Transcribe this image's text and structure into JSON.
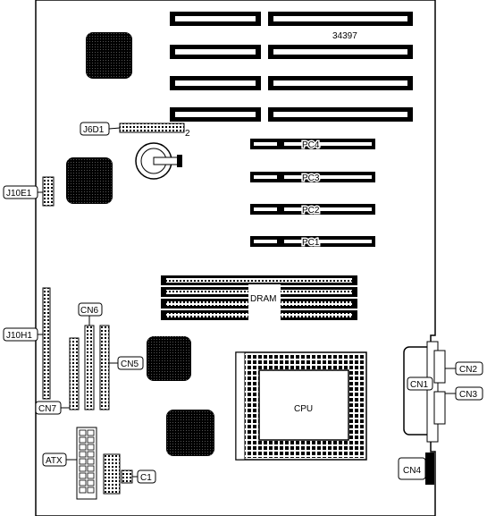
{
  "diagram": {
    "part_number": "34397",
    "pin_marker": "2",
    "dram_label": "DRAM",
    "cpu_label": "CPU",
    "pci_slots": [
      "PC4",
      "PC3",
      "PC2",
      "PC1"
    ],
    "callouts": {
      "j6d1": "J6D1",
      "j10e1": "J10E1",
      "j10h1": "J10H1",
      "cn6": "CN6",
      "cn5": "CN5",
      "cn7": "CN7",
      "atx": "ATX",
      "c1": "C1",
      "cn1": "CN1",
      "cn2": "CN2",
      "cn3": "CN3",
      "cn4": "CN4"
    }
  }
}
